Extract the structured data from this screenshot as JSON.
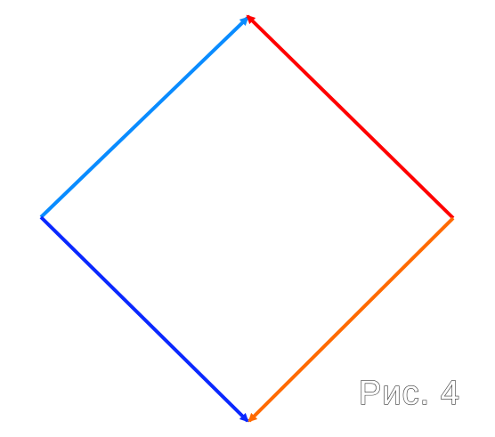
{
  "figure": {
    "caption": "Рис. 4"
  },
  "arrows": [
    {
      "name": "arrow-left-to-top",
      "color": "#0a8cff"
    },
    {
      "name": "arrow-right-to-top",
      "color": "#ff0000"
    },
    {
      "name": "arrow-left-to-bottom",
      "color": "#0a28ff"
    },
    {
      "name": "arrow-right-to-bottom",
      "color": "#ff6a00"
    }
  ]
}
